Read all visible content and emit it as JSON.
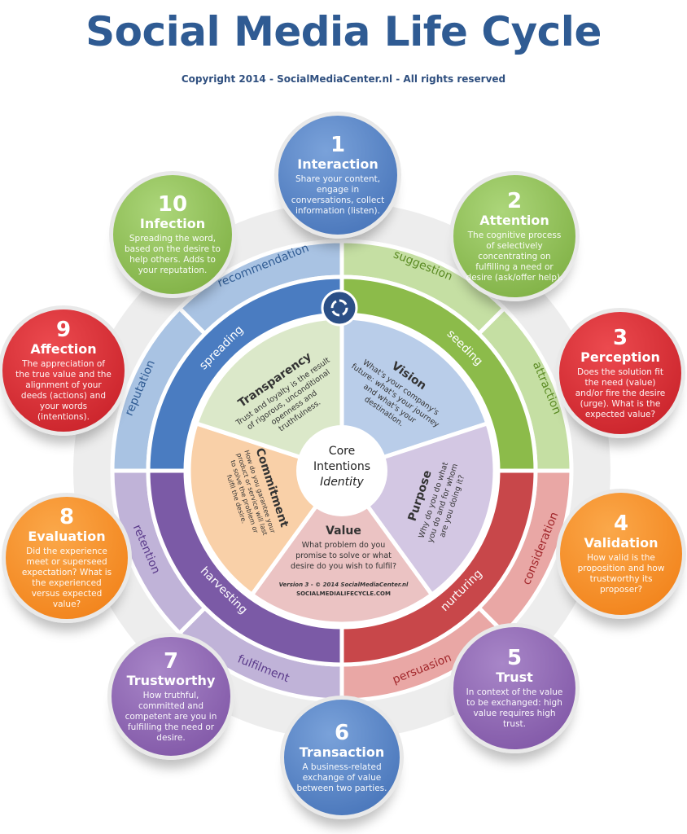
{
  "title": "Social Media Life Cycle",
  "copyright": "Copyright 2014 - SocialMediaCenter.nl - All rights reserved",
  "core": {
    "line1": "Core",
    "line2": "Intentions",
    "line3": "Identity"
  },
  "footer": {
    "version": "Version 3 - © 2014 SocialMediaCenter.nl",
    "site": "SOCIALMEDIALIFECYCLE.COM"
  },
  "slices": {
    "transparency": {
      "title": "Transparency",
      "lines": [
        "Trust and loyalty is the result",
        "of rigorous, unconditional",
        "openness and",
        "truthfulness."
      ]
    },
    "vision": {
      "title": "Vision",
      "lines": [
        "What's your company's",
        "future: what's your journey",
        "and what's your",
        "destination."
      ]
    },
    "purpose": {
      "title": "Purpose",
      "lines": [
        "Why do you do what",
        "you do and for whom",
        "are you doing it?"
      ]
    },
    "value": {
      "title": "Value",
      "lines": [
        "What problem do you",
        "promise to solve or what",
        "desire do you wish to fulfil?"
      ]
    },
    "commitment": {
      "title": "Commitment",
      "lines": [
        "How do you garantee your",
        "product or service will last",
        "to solve the problem or",
        "fulfil the desire."
      ]
    }
  },
  "middle_ring": {
    "spreading": "spreading",
    "seeding": "seeding",
    "nurturing": "nurturing",
    "harvesting": "harvesting"
  },
  "outer_ring": {
    "recommendation": "recommendation",
    "suggestion": "suggestion",
    "attraction": "attraction",
    "consideration": "consideration",
    "persuasion": "persuasion",
    "fulfilment": "fulfilment",
    "retention": "retention",
    "reputation": "reputation"
  },
  "stages": [
    {
      "num": "1",
      "name": "Interaction",
      "desc": "Share your content, engage in conversations, collect information (listen).",
      "color": "blue"
    },
    {
      "num": "2",
      "name": "Attention",
      "desc": "The cognitive process of selectively concentrating on fulfilling a need or desire (ask/offer help).",
      "color": "green"
    },
    {
      "num": "3",
      "name": "Perception",
      "desc": "Does the solution fit the need (value) and/or fire the desire (urge). What is the expected value?",
      "color": "red"
    },
    {
      "num": "4",
      "name": "Validation",
      "desc": "How valid is the proposition and how trustworthy its proposer?",
      "color": "orange"
    },
    {
      "num": "5",
      "name": "Trust",
      "desc": "In context of the value to be exchanged: high value requires high trust.",
      "color": "purple"
    },
    {
      "num": "6",
      "name": "Transaction",
      "desc": "A business-related exchange of value between two parties.",
      "color": "blue"
    },
    {
      "num": "7",
      "name": "Trustworthy",
      "desc": "How truthful, committed and competent are you in fulfilling the need or desire.",
      "color": "purple"
    },
    {
      "num": "8",
      "name": "Evaluation",
      "desc": "Did the experience meet or superseed expectation? What is the experienced versus expected value?",
      "color": "orange"
    },
    {
      "num": "9",
      "name": "Affection",
      "desc": "The appreciation of the true value and the alignment of your deeds (actions) and your words (intentions).",
      "color": "red"
    },
    {
      "num": "10",
      "name": "Infection",
      "desc": "Spreading the word, based on the desire to help others. Adds to your reputation.",
      "color": "green"
    }
  ],
  "colors": {
    "title": "#2f5b93",
    "blue": "#4a7cc1",
    "green": "#8cbb4a",
    "red": "#c8474a",
    "purple": "#7b5aa6"
  }
}
